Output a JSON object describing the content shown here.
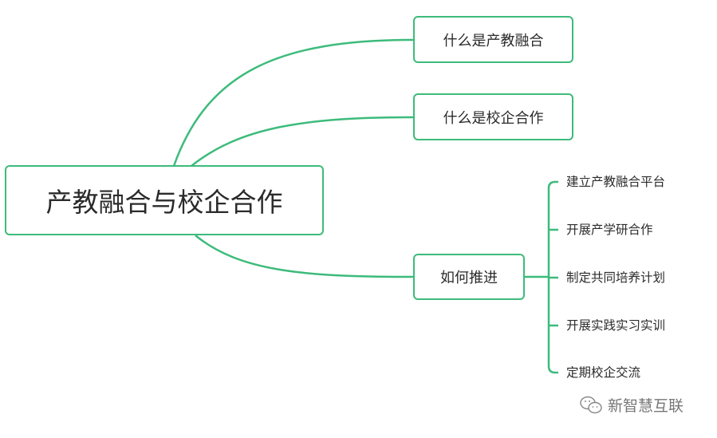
{
  "root": {
    "label": "产教融合与校企合作"
  },
  "branches": [
    {
      "label": "什么是产教融合"
    },
    {
      "label": "什么是校企合作"
    },
    {
      "label": "如何推进",
      "children": [
        {
          "label": "建立产教融合平台"
        },
        {
          "label": "开展产学研合作"
        },
        {
          "label": "制定共同培养计划"
        },
        {
          "label": "开展实践实习实训"
        },
        {
          "label": "定期校企交流"
        }
      ]
    }
  ],
  "watermark": {
    "text": "新智慧互联",
    "icon": "wechat-icon"
  },
  "colors": {
    "line": "#3dbb7b",
    "text": "#2b2b2b"
  }
}
